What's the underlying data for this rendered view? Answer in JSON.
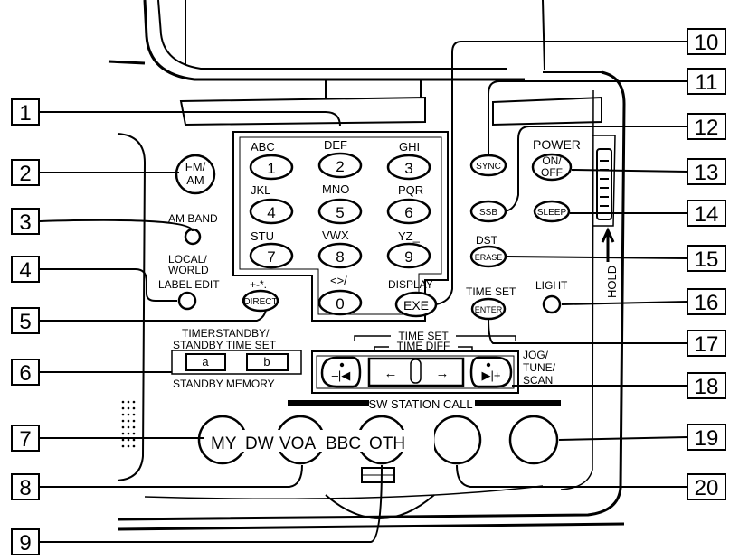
{
  "callouts": [
    "1",
    "2",
    "3",
    "4",
    "5",
    "6",
    "7",
    "8",
    "9",
    "10",
    "11",
    "12",
    "13",
    "14",
    "15",
    "16",
    "17",
    "18",
    "19",
    "20"
  ],
  "keypad": {
    "letters": [
      "ABC",
      "DEF",
      "GHI",
      "JKL",
      "MNO",
      "PQR",
      "STU",
      "VWX",
      "YZ_"
    ],
    "digits": [
      "1",
      "2",
      "3",
      "4",
      "5",
      "6",
      "7",
      "8",
      "9"
    ],
    "zero_symbols": "<>/",
    "zero": "0"
  },
  "labels": {
    "fm_am": [
      "FM/",
      "AM"
    ],
    "am_band": "AM BAND",
    "local_world": [
      "LOCAL/",
      "WORLD"
    ],
    "label_edit": "LABEL EDIT",
    "direct_symbols": "+-*.",
    "direct": "DIRECT",
    "timer_standby_top": "TIMERSTANDBY/",
    "standby_time_set": "STANDBY TIME SET",
    "button_a": "a",
    "button_b": "b",
    "standby_memory": "STANDBY MEMORY",
    "display": "DISPLAY",
    "exe": "EXE",
    "sync": "SYNC",
    "ssb": "SSB",
    "power": "POWER",
    "on_off": [
      "ON/",
      "OFF"
    ],
    "sleep": "SLEEP",
    "dst": "DST",
    "erase": "ERASE",
    "time_set_top": "TIME SET",
    "enter": "ENTER",
    "light": "LIGHT",
    "hold": "HOLD",
    "time_set_bar": "TIME SET",
    "time_diff": "TIME DIFF",
    "jog_tune_scan": [
      "JOG/",
      "TUNE/",
      "SCAN"
    ],
    "sw_station_call": "SW STATION CALL",
    "stations": [
      "MY",
      "DW",
      "VOA",
      "BBC",
      "OTH"
    ]
  }
}
